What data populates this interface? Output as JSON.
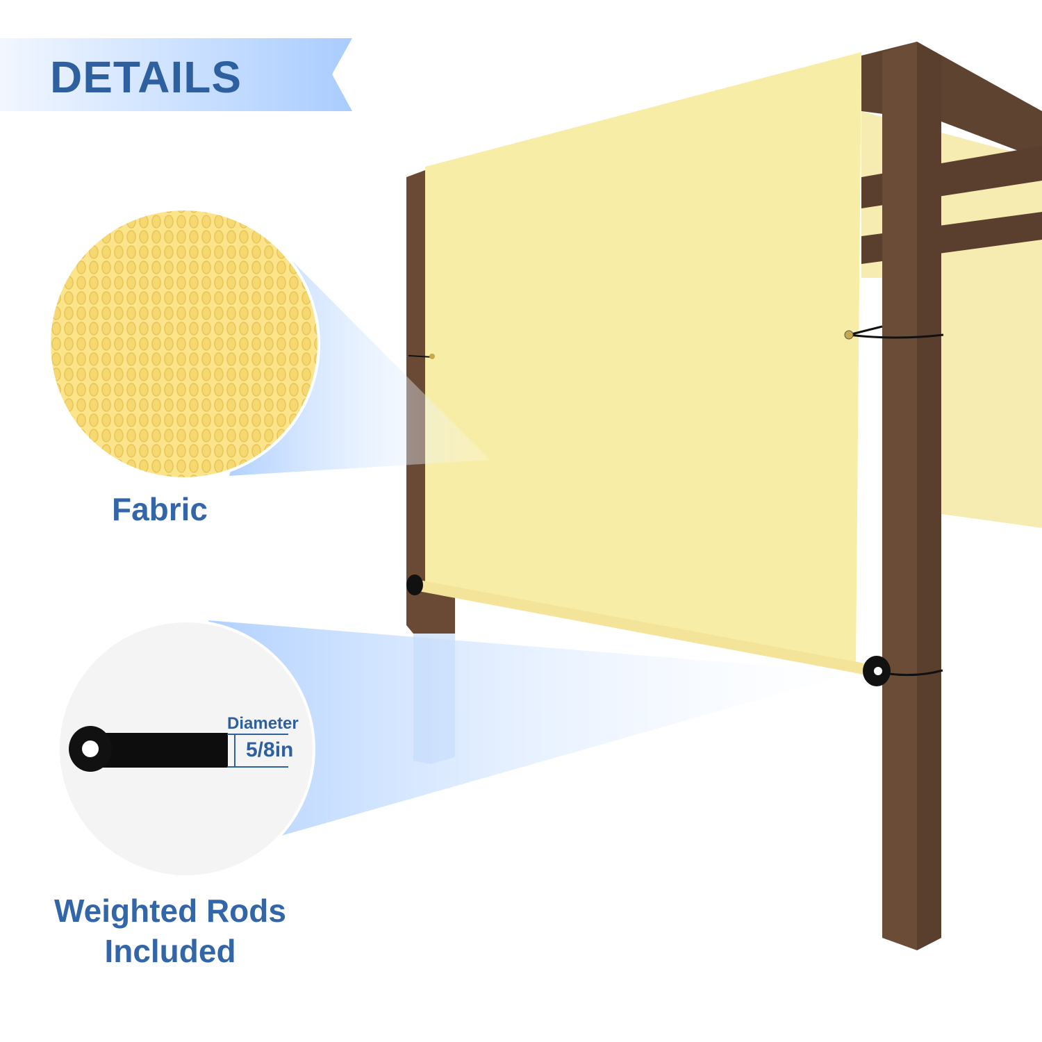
{
  "banner": {
    "title": "DETAILS"
  },
  "callouts": [
    {
      "label": "Fabric"
    },
    {
      "label_line1": "Weighted Rods",
      "label_line2": "Included"
    }
  ],
  "rod_spec": {
    "title": "Diameter",
    "value": "5/8in"
  },
  "colors": {
    "accent": "#2e5f9e",
    "fabric": "#f8eda6",
    "wood": "#6b4c36",
    "banner": "#b5d3ff"
  }
}
